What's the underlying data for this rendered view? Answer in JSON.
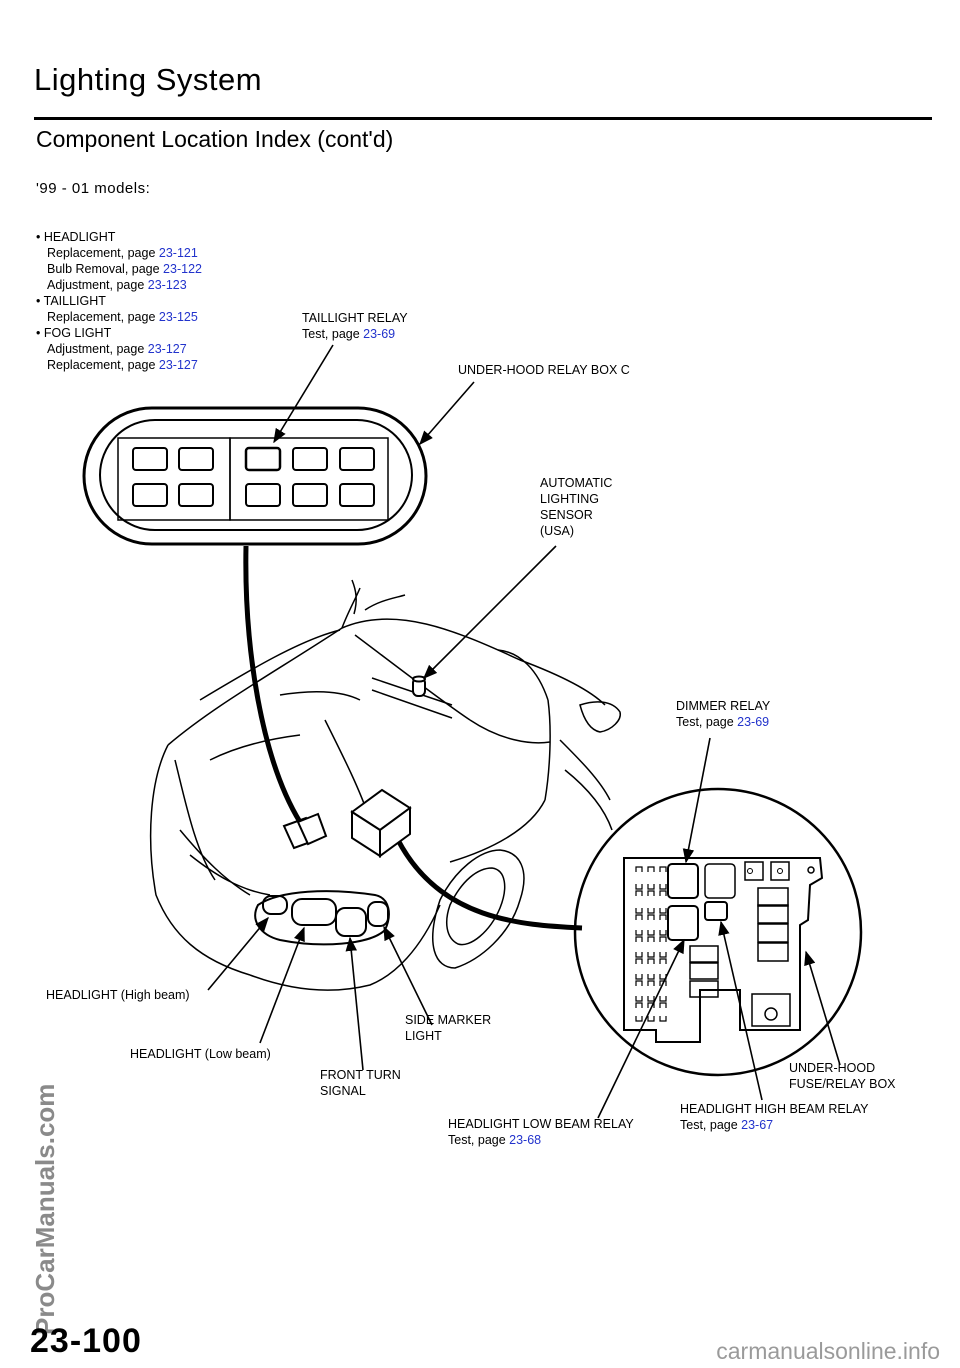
{
  "header": {
    "title": "Lighting System",
    "subtitle": "Component Location Index (cont'd)",
    "models": "'99 - 01  models:"
  },
  "index_list": [
    {
      "bullet": "• HEADLIGHT"
    },
    {
      "text": "Replacement,  page ",
      "page": "23-121"
    },
    {
      "text": "Bulb  Removal,  page ",
      "page": "23-122"
    },
    {
      "text": "Adjustment,  page ",
      "page": "23-123"
    },
    {
      "bullet": "• TAILLIGHT"
    },
    {
      "text": "Replacement, page ",
      "page": "23-125"
    },
    {
      "bullet": "• FOG  LIGHT"
    },
    {
      "text": "Adjustment,  page ",
      "page": "23-127"
    },
    {
      "text": "Replacement, page ",
      "page": "23-127"
    }
  ],
  "callouts": {
    "taillight_relay": {
      "name": "TAILLIGHT  RELAY",
      "ref": "Test, page ",
      "page": "23-69"
    },
    "relay_box_c": {
      "name": "UNDER-HOOD RELAY BOX C"
    },
    "auto_sensor": {
      "line1": "AUTOMATIC",
      "line2": "LIGHTING",
      "line3": "SENSOR",
      "line4": "(USA)"
    },
    "dimmer_relay": {
      "name": "DIMMER RELAY",
      "ref": "Test, page ",
      "page": "23-69"
    },
    "headlight_high": {
      "name": "HEADLIGHT (High  beam)"
    },
    "headlight_low": {
      "name": "HEADLIGHT (Low  beam)"
    },
    "side_marker": {
      "line1": "SIDE MARKER",
      "line2": "LIGHT"
    },
    "front_turn": {
      "line1": "FRONT  TURN",
      "line2": "SIGNAL"
    },
    "fuse_box": {
      "line1": "UNDER-HOOD",
      "line2": "FUSE/RELAY BOX"
    },
    "low_beam_relay": {
      "name": "HEADLIGHT LOW BEAM RELAY",
      "ref": "Test, page ",
      "page": "23-68"
    },
    "high_beam_relay": {
      "name": "HEADLIGHT HIGH BEAM RELAY",
      "ref": "Test, page ",
      "page": "23-67"
    }
  },
  "footer": {
    "page_number": "23-100",
    "watermark": "ProCarManuals.com",
    "site": "carmanualsonline.info"
  },
  "colors": {
    "link": "#2233cc",
    "watermark": "#8a8a8a"
  }
}
